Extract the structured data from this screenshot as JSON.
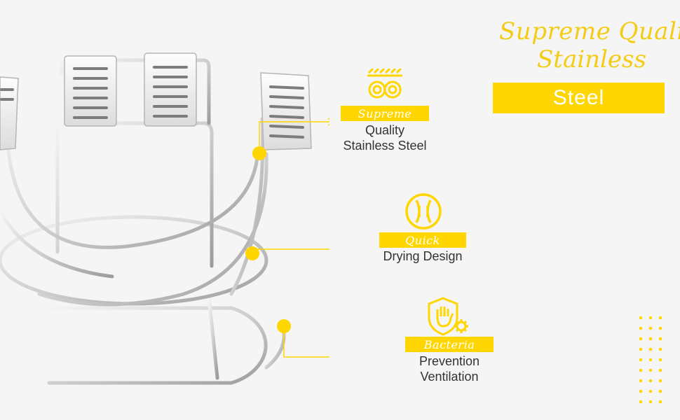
{
  "heading": {
    "line1": "Supreme Quality",
    "line2": "Stainless",
    "banner": "Steel"
  },
  "features": [
    {
      "tag": "Supreme",
      "line1": "Quality",
      "line2": "Stainless Steel",
      "icon": "stainless-steel-icon"
    },
    {
      "tag": "Quick",
      "line1": "Drying Design",
      "line2": "",
      "icon": "quick-dry-icon"
    },
    {
      "tag": "Bacteria",
      "line1": "Prevention",
      "line2": "Ventilation",
      "icon": "bacteria-shield-icon"
    }
  ],
  "colors": {
    "accent": "#ffd600",
    "script": "#f3cc17",
    "background": "#f5f5f5",
    "text": "#333333"
  }
}
